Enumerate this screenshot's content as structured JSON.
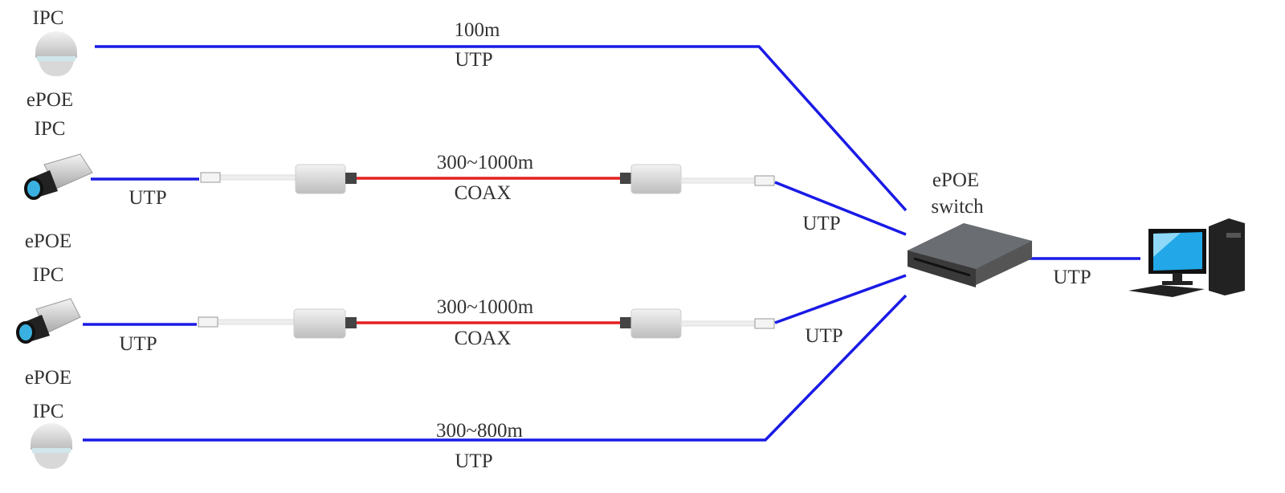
{
  "devices": {
    "ipc_top": "IPC",
    "epoe_ipc_1": [
      "ePOE",
      "IPC"
    ],
    "epoe_ipc_2": [
      "ePOE",
      "IPC"
    ],
    "epoe_ipc_3": [
      "ePOE",
      "IPC"
    ],
    "switch": [
      "ePOE",
      "switch"
    ]
  },
  "links": {
    "top_distance": "100m",
    "top_cable": "UTP",
    "cam1_cable": "UTP",
    "coax1_distance": "300~1000m",
    "coax1_cable": "COAX",
    "coax1_switch_cable": "UTP",
    "cam2_cable": "UTP",
    "coax2_distance": "300~1000m",
    "coax2_cable": "COAX",
    "coax2_switch_cable": "UTP",
    "bottom_distance": "300~800m",
    "bottom_cable": "UTP",
    "pc_cable": "UTP"
  },
  "colors": {
    "utp": "#1a1ae6",
    "coax": "#e62020"
  }
}
